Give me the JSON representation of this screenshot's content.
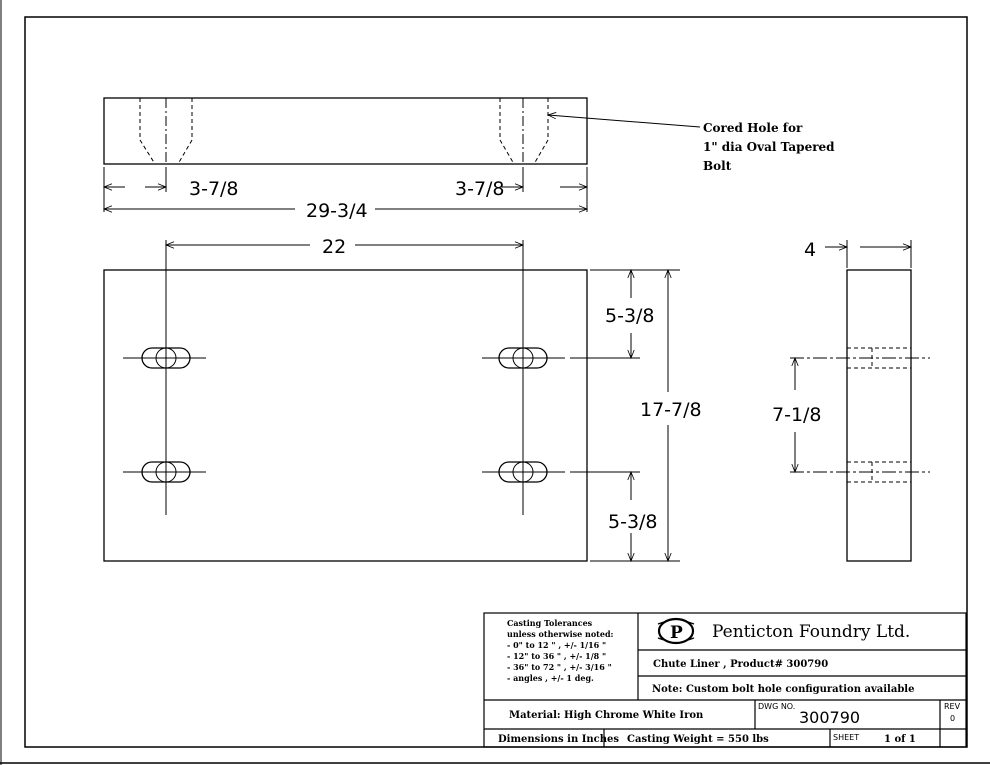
{
  "drawing": {
    "top_view": {
      "dim_left": "3-7/8",
      "dim_right": "3-7/8",
      "dim_overall": "29-3/4",
      "callout_line1": "Cored Hole for",
      "callout_line2": "1\" dia Oval Tapered",
      "callout_line3": "Bolt"
    },
    "front_view": {
      "dim_hole_spacing": "22",
      "dim_top": "5-3/8",
      "dim_height": "17-7/8",
      "dim_bottom": "5-3/8"
    },
    "side_view": {
      "dim_thickness": "4",
      "dim_hole_spacing": "7-1/8"
    }
  },
  "title_block": {
    "tolerances": {
      "line1": "Casting Tolerances",
      "line2": "unless otherwise noted:",
      "line3": "-    0\" to 12 \" ,  +/- 1/16 \"",
      "line4": "- 12\" to 36 \" ,  +/- 1/8 \"",
      "line5": "- 36\" to 72 \" ,  +/- 3/16 \"",
      "line6": "- angles          ,  +/- 1 deg."
    },
    "company": "Penticton Foundry Ltd.",
    "logo_letter": "P",
    "part_title": "Chute Liner , Product# 300790",
    "note": "Note: Custom bolt hole configuration available",
    "material": "Material: High Chrome White Iron",
    "dwg_label": "DWG NO.",
    "dwg_number": "300790",
    "rev_label": "REV",
    "rev_value": "0",
    "dimensions_label": "Dimensions in Inches",
    "weight": "Casting Weight = 550 lbs",
    "sheet_label": "SHEET",
    "sheet_value": "1 of 1"
  }
}
